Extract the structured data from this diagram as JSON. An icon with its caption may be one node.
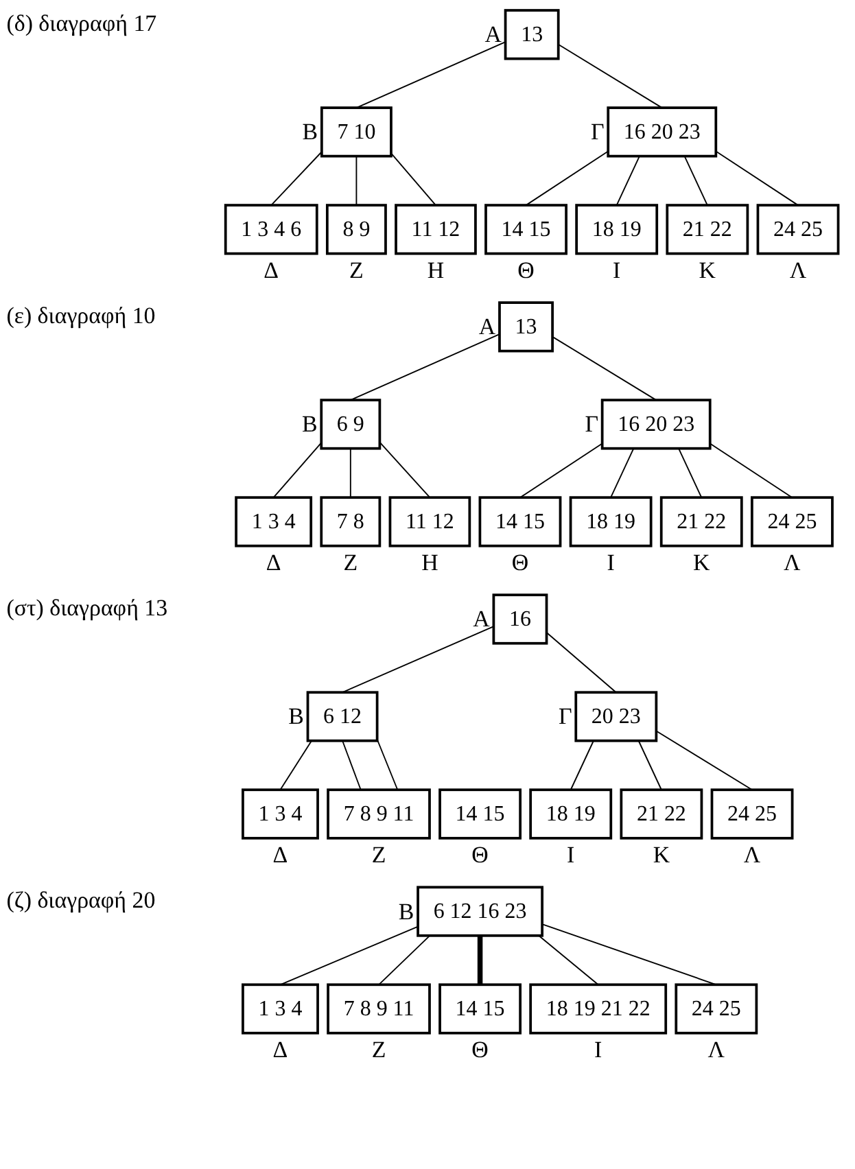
{
  "diagram": {
    "nodes": [
      {
        "text": [
          "13"
        ],
        "beside": [
          "Α"
        ]
      },
      {
        "text": [
          "7 10"
        ],
        "beside": [
          "Β"
        ]
      },
      {
        "text": [
          "16 20 23"
        ],
        "beside": [
          "Γ"
        ]
      },
      {
        "text": [
          "1 3 4 6"
        ],
        "beside": [
          "Δ"
        ]
      },
      {
        "text": [
          "8 9"
        ],
        "beside": [
          "Ζ"
        ]
      },
      {
        "text": [
          "11 12"
        ],
        "beside": [
          "Η"
        ]
      },
      {
        "text": [
          "14 15"
        ],
        "beside": [
          "Θ"
        ]
      },
      {
        "text": [
          "18 19"
        ],
        "beside": [
          "Ι"
        ]
      },
      {
        "text": [
          "21 22"
        ],
        "beside": [
          "Κ"
        ]
      },
      {
        "text": [
          "24 25"
        ],
        "beside": [
          "Λ"
        ]
      },
      {
        "text": [
          "13"
        ],
        "beside": [
          "Α"
        ]
      },
      {
        "text": [
          "6 9"
        ],
        "beside": [
          "Β"
        ]
      },
      {
        "text": [
          "16 20 23"
        ],
        "beside": [
          "Γ"
        ]
      },
      {
        "text": [
          "1 3 4"
        ],
        "beside": [
          "Δ"
        ]
      },
      {
        "text": [
          "7 8"
        ],
        "beside": [
          "Ζ"
        ]
      },
      {
        "text": [
          "11 12"
        ],
        "beside": [
          "Η"
        ]
      },
      {
        "text": [
          "14 15"
        ],
        "beside": [
          "Θ"
        ]
      },
      {
        "text": [
          "18 19"
        ],
        "beside": [
          "Ι"
        ]
      },
      {
        "text": [
          "21 22"
        ],
        "beside": [
          "Κ"
        ]
      },
      {
        "text": [
          "24 25"
        ],
        "beside": [
          "Λ"
        ]
      },
      {
        "text": [
          "16"
        ],
        "beside": [
          "Α"
        ]
      },
      {
        "text": [
          "6 12"
        ],
        "beside": [
          "Β"
        ]
      },
      {
        "text": [
          "20 23"
        ],
        "beside": [
          "Γ"
        ]
      },
      {
        "text": [
          "1 3 4"
        ],
        "beside": [
          "Δ"
        ]
      },
      {
        "text": [
          "7 8 9 11"
        ],
        "beside": [
          "Ζ"
        ]
      },
      {
        "text": [
          "14 15"
        ],
        "beside": [
          "Θ"
        ]
      },
      {
        "text": [
          "18 19"
        ],
        "beside": [
          "Ι"
        ]
      },
      {
        "text": [
          "21 22"
        ],
        "beside": [
          "Κ"
        ]
      },
      {
        "text": [
          "24 25"
        ],
        "beside": [
          "Λ"
        ]
      },
      {
        "text": [
          "6 12 16 23"
        ],
        "beside": [
          "Β"
        ]
      },
      {
        "text": [
          "1 3 4"
        ],
        "beside": [
          "Δ"
        ]
      },
      {
        "text": [
          "7 8 9 11"
        ],
        "beside": [
          "Ζ"
        ]
      },
      {
        "text": [
          "14 15"
        ],
        "beside": [
          "Θ"
        ]
      },
      {
        "text": [
          "18 19 21 22"
        ],
        "beside": [
          "Ι"
        ]
      },
      {
        "text": [
          "24 25"
        ],
        "beside": [
          "Λ"
        ]
      }
    ],
    "edges": [
      {
        "from": 0,
        "to": 1,
        "arrow": "none"
      },
      {
        "from": 0,
        "to": 2,
        "arrow": "none"
      },
      {
        "from": 1,
        "to": 3,
        "arrow": "none"
      },
      {
        "from": 1,
        "to": 4,
        "arrow": "none"
      },
      {
        "from": 1,
        "to": 5,
        "arrow": "none"
      },
      {
        "from": 2,
        "to": 6,
        "arrow": "none"
      },
      {
        "from": 2,
        "to": 7,
        "arrow": "none"
      },
      {
        "from": 2,
        "to": 8,
        "arrow": "none"
      },
      {
        "from": 2,
        "to": 9,
        "arrow": "none"
      },
      {
        "from": 10,
        "to": 11,
        "arrow": "none"
      },
      {
        "from": 10,
        "to": 12,
        "arrow": "none"
      },
      {
        "from": 11,
        "to": 13,
        "arrow": "none"
      },
      {
        "from": 11,
        "to": 14,
        "arrow": "none"
      },
      {
        "from": 11,
        "to": 15,
        "arrow": "none"
      },
      {
        "from": 12,
        "to": 16,
        "arrow": "none"
      },
      {
        "from": 12,
        "to": 17,
        "arrow": "none"
      },
      {
        "from": 12,
        "to": 18,
        "arrow": "none"
      },
      {
        "from": 12,
        "to": 19,
        "arrow": "none"
      },
      {
        "from": 20,
        "to": 21,
        "arrow": "none"
      },
      {
        "from": 20,
        "to": 22,
        "arrow": "none"
      },
      {
        "from": 21,
        "to": 23,
        "arrow": "none"
      },
      {
        "from": 21,
        "to": 24,
        "arrow": "none"
      },
      {
        "from": 21,
        "to": 24,
        "arrow": "none"
      },
      {
        "from": 22,
        "to": 26,
        "arrow": "none"
      },
      {
        "from": 22,
        "to": 27,
        "arrow": "none"
      },
      {
        "from": 22,
        "to": 28,
        "arrow": "none"
      },
      {
        "from": 29,
        "to": 30,
        "arrow": "none"
      },
      {
        "from": 29,
        "to": 31,
        "arrow": "none"
      },
      {
        "from": 29,
        "to": 32,
        "arrow": "none",
        "style": "thick"
      },
      {
        "from": 29,
        "to": 33,
        "arrow": "none"
      },
      {
        "from": 29,
        "to": 34,
        "arrow": "none"
      }
    ],
    "labels": [
      "(δ) διαγραφή 17",
      "(ε) διαγραφή 10",
      "(στ) διαγραφή 13",
      "(ζ) διαγραφή 20"
    ]
  }
}
